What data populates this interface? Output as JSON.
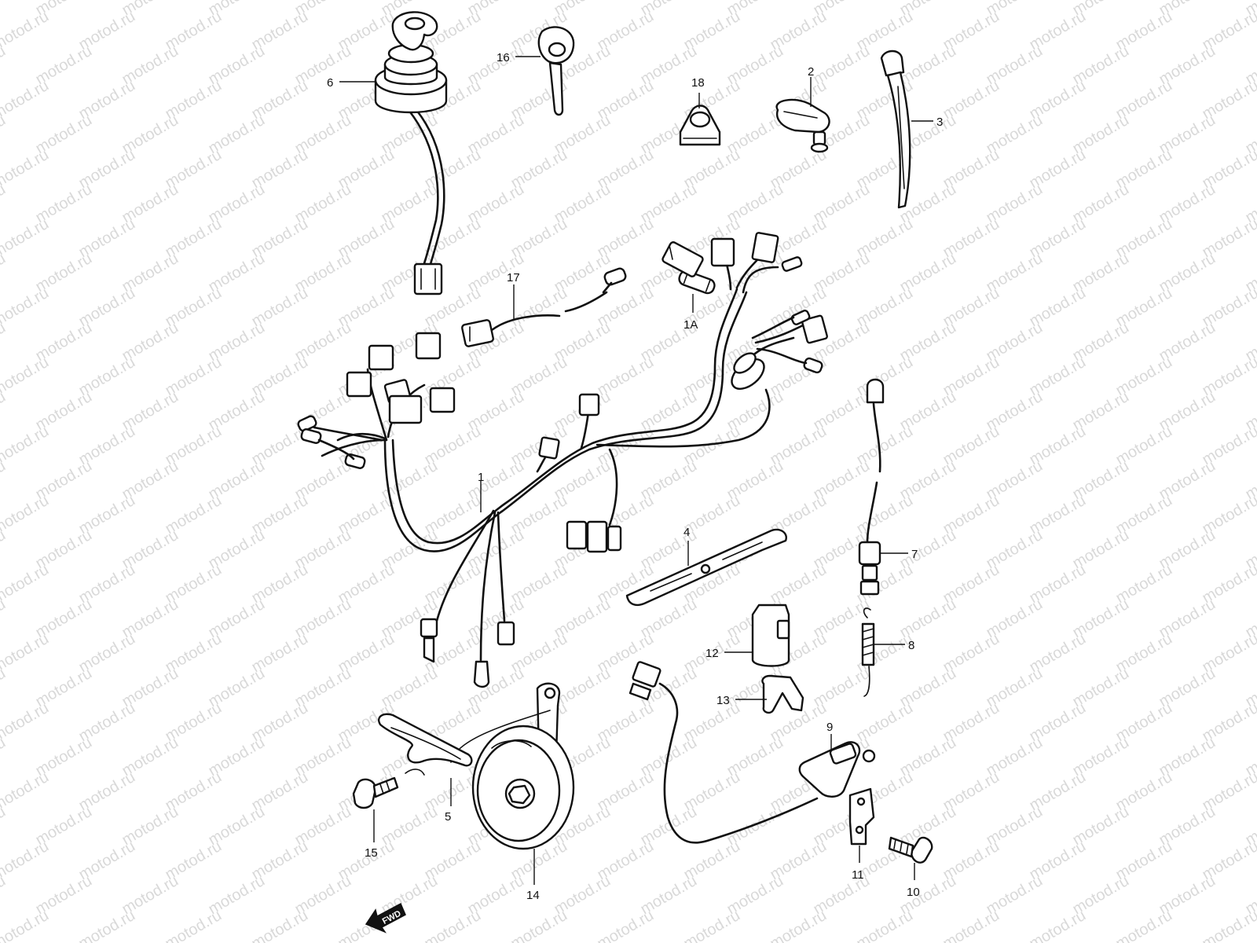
{
  "watermark": "motod.ru",
  "direction_badge": "FWD",
  "callouts": [
    {
      "id": "6",
      "label": "6"
    },
    {
      "id": "16",
      "label": "16"
    },
    {
      "id": "18",
      "label": "18"
    },
    {
      "id": "2",
      "label": "2"
    },
    {
      "id": "3",
      "label": "3"
    },
    {
      "id": "17",
      "label": "17"
    },
    {
      "id": "1A",
      "label": "1A"
    },
    {
      "id": "1",
      "label": "1"
    },
    {
      "id": "4",
      "label": "4"
    },
    {
      "id": "7",
      "label": "7"
    },
    {
      "id": "8",
      "label": "8"
    },
    {
      "id": "12",
      "label": "12"
    },
    {
      "id": "13",
      "label": "13"
    },
    {
      "id": "9",
      "label": "9"
    },
    {
      "id": "5",
      "label": "5"
    },
    {
      "id": "15",
      "label": "15"
    },
    {
      "id": "14",
      "label": "14"
    },
    {
      "id": "11",
      "label": "11"
    },
    {
      "id": "10",
      "label": "10"
    }
  ]
}
